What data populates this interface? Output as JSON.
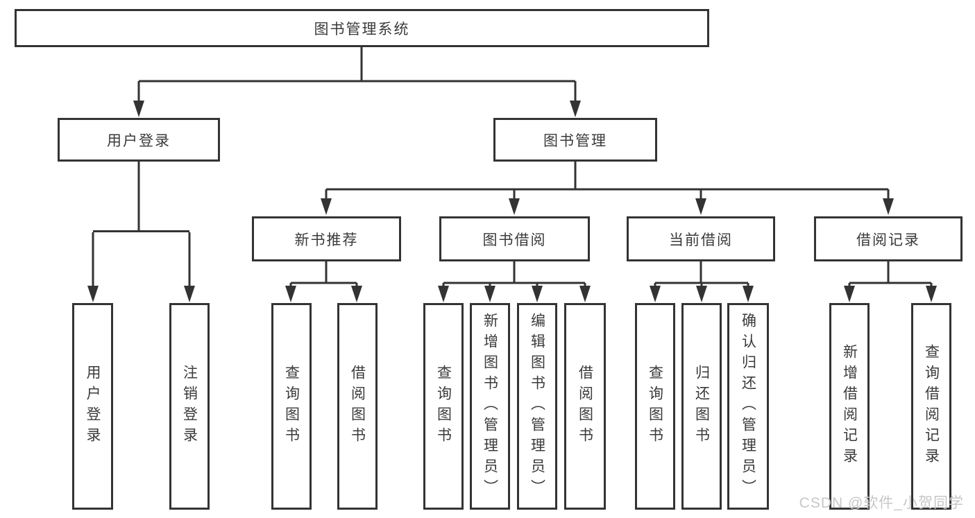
{
  "root": {
    "label": "图书管理系统"
  },
  "user_login": {
    "label": "用户登录",
    "children": [
      {
        "label": "用户登录"
      },
      {
        "label": "注销登录"
      }
    ]
  },
  "book_mgmt": {
    "label": "图书管理",
    "sections": [
      {
        "label": "新书推荐",
        "children": [
          {
            "label": "查询图书"
          },
          {
            "label": "借阅图书"
          }
        ]
      },
      {
        "label": "图书借阅",
        "children": [
          {
            "label": "查询图书"
          },
          {
            "label": "新增图书（管理员）"
          },
          {
            "label": "编辑图书（管理员）"
          },
          {
            "label": "借阅图书"
          }
        ]
      },
      {
        "label": "当前借阅",
        "children": [
          {
            "label": "查询图书"
          },
          {
            "label": "归还图书"
          },
          {
            "label": "确认归还（管理员）"
          }
        ]
      },
      {
        "label": "借阅记录",
        "children": [
          {
            "label": "新增借阅记录"
          },
          {
            "label": "查询借阅记录"
          }
        ]
      }
    ]
  },
  "watermark": "CSDN @软件_小贺同学",
  "colors": {
    "line": "#333333",
    "text": "#3a3a3a",
    "watermark": "#c7c7c7",
    "background": "#ffffff"
  }
}
